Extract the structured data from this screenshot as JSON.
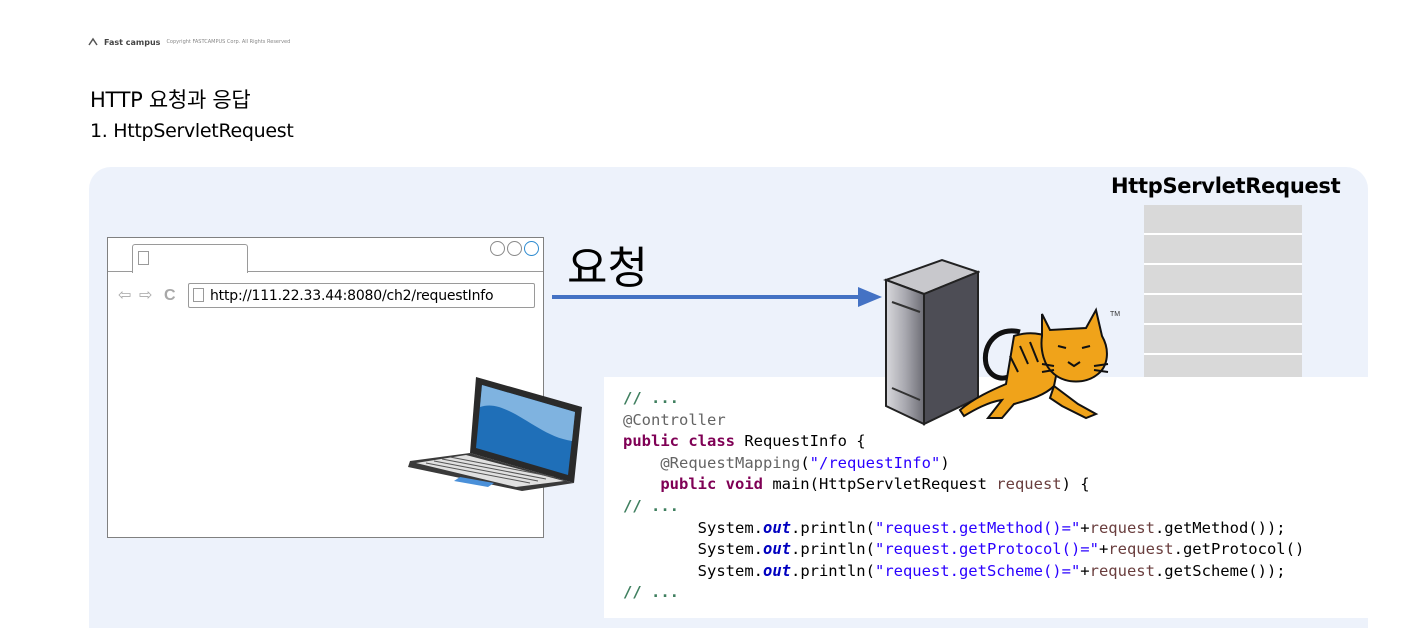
{
  "header": {
    "brand": "Fast campus",
    "copyright": "Copyright FASTCAMPUS Corp. All Rights Reserved",
    "title": "HTTP 요청과 응답",
    "subtitle": "1. HttpServletRequest"
  },
  "browser": {
    "url": "http://111.22.33.44:8080/ch2/requestInfo",
    "nav": {
      "back": "⇦",
      "forward": "⇨",
      "refresh": "C"
    }
  },
  "arrow": {
    "label": "요청",
    "color": "#4472c4"
  },
  "request_object": {
    "title": "HttpServletRequest",
    "rows": 6
  },
  "server": {
    "trademark": "TM"
  },
  "code": {
    "l1": "// ...",
    "l2": "@Controller",
    "l3_kw": "public class",
    "l3_rest": " RequestInfo {",
    "l4_ann": "@RequestMapping",
    "l4_open": "(",
    "l4_str": "\"/requestInfo\"",
    "l4_close": ")",
    "l5_kw": "public void",
    "l5_mid": " main(HttpServletRequest ",
    "l5_param": "request",
    "l5_end": ") {",
    "l6": "// ...",
    "l7_a": "System.",
    "l7_out": "out",
    "l7_b": ".println(",
    "l7_str": "\"request.getMethod()=\"",
    "l7_c": "+",
    "l7_p": "request",
    "l7_d": ".getMethod());",
    "l8_a": "System.",
    "l8_out": "out",
    "l8_b": ".println(",
    "l8_str": "\"request.getProtocol()=\"",
    "l8_c": "+",
    "l8_p": "request",
    "l8_d": ".getProtocol()",
    "l9_a": "System.",
    "l9_out": "out",
    "l9_b": ".println(",
    "l9_str": "\"request.getScheme()=\"",
    "l9_c": "+",
    "l9_p": "request",
    "l9_d": ".getScheme());",
    "l10": "// ..."
  }
}
